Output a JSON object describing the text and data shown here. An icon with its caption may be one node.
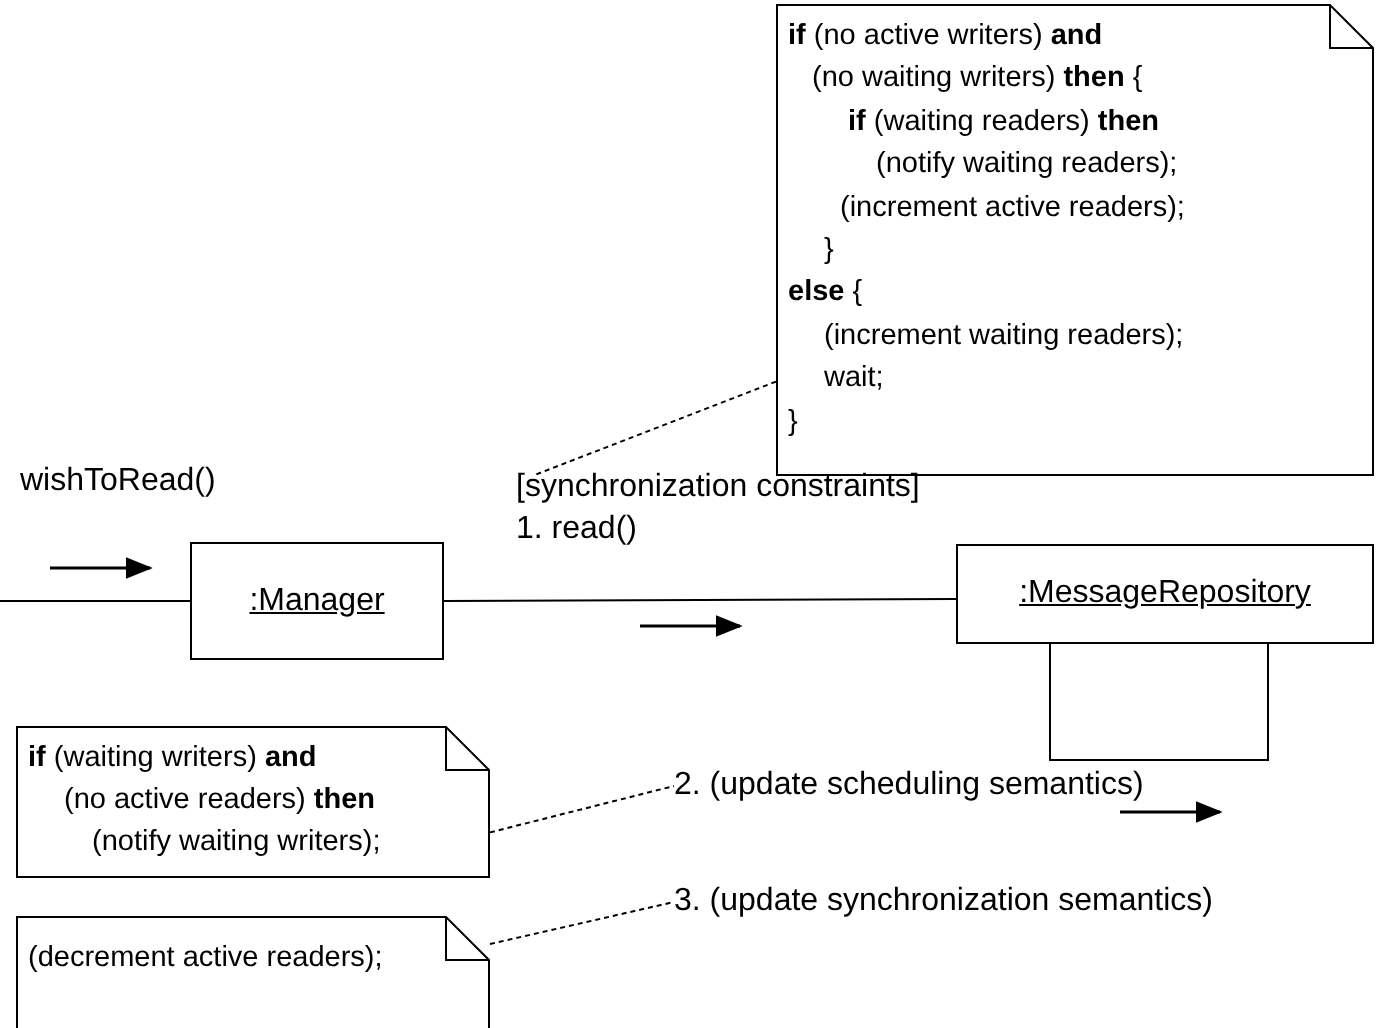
{
  "diagram": {
    "nodes": [
      {
        "text": [
          "**if** (no active writers) **and**",
          "(no waiting writers) **then** {",
          "**if** (waiting readers) **then**",
          "(notify waiting readers);",
          "(increment active readers);",
          "}",
          "**else** {",
          "(increment waiting readers);",
          "wait;",
          "}"
        ]
      },
      {
        "text": [
          "[synchronization constraints]",
          "1. read()"
        ]
      },
      {
        "text": [
          ":Manager"
        ]
      },
      {
        "text": [
          ":MessageRepository"
        ]
      },
      {
        "text": [
          "**if** (waiting writers) **and**",
          "(no active readers) **then**",
          "(notify waiting writers);"
        ]
      },
      {
        "text": [
          "2. (update scheduling semantics)"
        ]
      },
      {
        "text": [
          "(decrement active readers);"
        ]
      },
      {
        "text": [
          "3. (update synchronization semantics)"
        ]
      }
    ],
    "edges": [
      {
        "from": null,
        "to": 2,
        "arrow": "none",
        "label": "wishToRead()"
      },
      {
        "from": 2,
        "to": 3,
        "arrow": "none"
      },
      {
        "from": 3,
        "to": 3,
        "arrow": "none"
      },
      {
        "from": 0,
        "to": 1,
        "arrow": "none",
        "style": "dashed"
      },
      {
        "from": 4,
        "to": 5,
        "arrow": "none",
        "style": "dashed"
      },
      {
        "from": 6,
        "to": 7,
        "arrow": "none",
        "style": "dashed"
      }
    ]
  }
}
